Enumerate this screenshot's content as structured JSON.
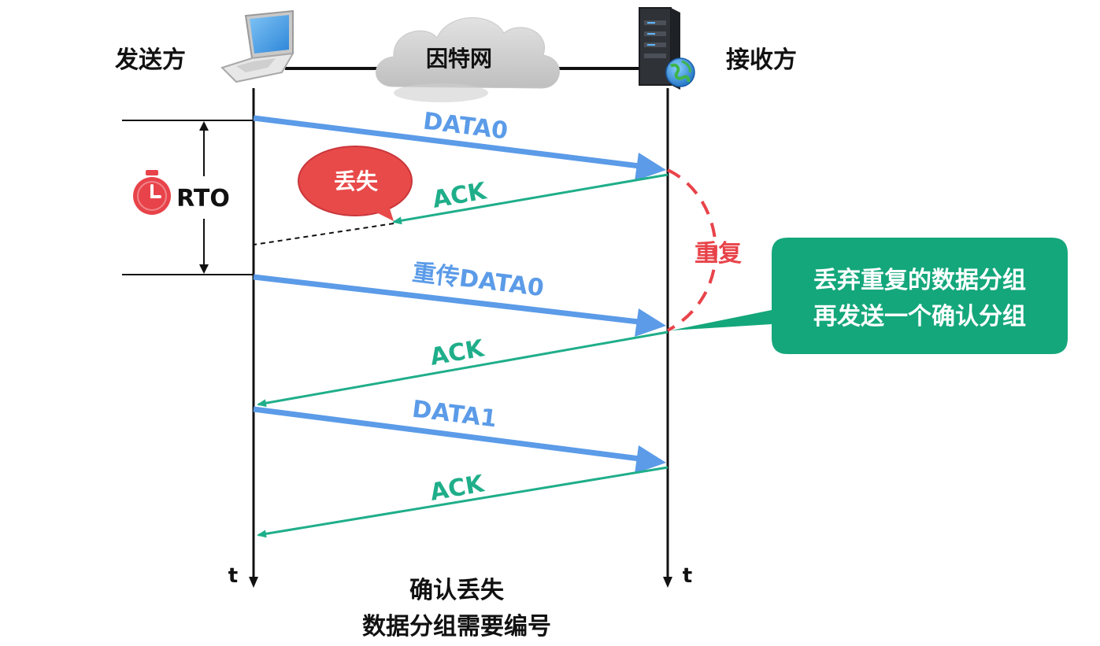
{
  "labels": {
    "sender": "发送方",
    "receiver": "接收方",
    "network": "因特网",
    "rto": "RTO",
    "lost": "丢失",
    "duplicate": "重复",
    "sender_axis": "t",
    "receiver_axis": "t"
  },
  "messages": {
    "data0": "DATA0",
    "ack1": "ACK",
    "retransmit": "重传DATA0",
    "ack2": "ACK",
    "data1": "DATA1",
    "ack3": "ACK"
  },
  "callout": {
    "line1": "丢弃重复的数据分组",
    "line2": "再发送一个确认分组"
  },
  "caption": {
    "line1": "确认丢失",
    "line2": "数据分组需要编号"
  },
  "colors": {
    "data_arrow": "#5b9be8",
    "ack_arrow": "#1fae8a",
    "lost_bubble": "#e84a4a",
    "duplicate_arc": "#e8434a",
    "callout_bg": "#14a77b",
    "axis": "#111111"
  },
  "icons": [
    "laptop-icon",
    "cloud-icon",
    "server-icon",
    "globe-icon",
    "stopwatch-icon"
  ]
}
